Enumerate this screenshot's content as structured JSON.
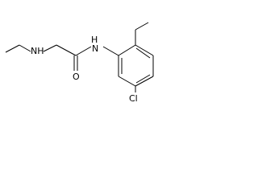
{
  "molecule": {
    "atoms": {
      "amine_nitrogen": "NH",
      "amide_nitrogen": "NH",
      "amide_h": "H",
      "amide_n": "N",
      "carbonyl_oxygen": "O",
      "chlorine": "Cl"
    }
  }
}
